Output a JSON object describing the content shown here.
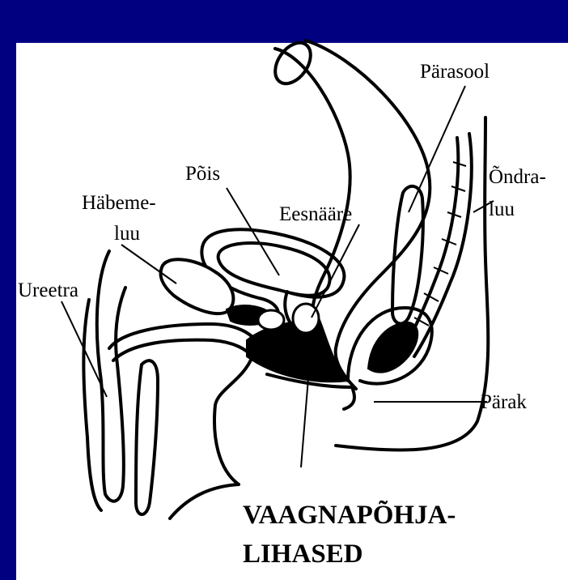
{
  "colors": {
    "background": "#000080",
    "panel": "#ffffff",
    "ink": "#000000"
  },
  "labels": {
    "rectum": "Pärasool",
    "bladder": "Põis",
    "pubic_bone_1": "Häbeme-",
    "pubic_bone_2": "luu",
    "prostate": "Eesnääre",
    "sacrum_1": "Õndra-",
    "sacrum_2": "luu",
    "urethra": "Ureetra",
    "anus": "Pärak"
  },
  "title": {
    "line1": "VAAGNAPÕHJA-",
    "line2": "LIHASED"
  }
}
